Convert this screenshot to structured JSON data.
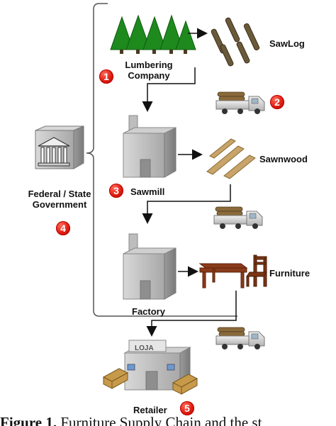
{
  "nodes": {
    "lumbering": {
      "label_line1": "Lumbering",
      "label_line2": "Company",
      "step": "1"
    },
    "sawlog": {
      "label": "SawLog"
    },
    "truck1": {
      "step": "2"
    },
    "sawmill": {
      "label": "Sawmill",
      "step": "3"
    },
    "sawnwood": {
      "label": "Sawnwood"
    },
    "government": {
      "label_line1": "Federal / State",
      "label_line2": "Government",
      "step": "4"
    },
    "factory": {
      "label": "Factory"
    },
    "furniture": {
      "label": "Furniture"
    },
    "retailer": {
      "label": "Retailer",
      "step": "5",
      "sign": "LOJA"
    }
  },
  "caption": {
    "prefix": "Figure 1.",
    "text": " Furniture Supply Chain and the st"
  },
  "colors": {
    "tree_green": "#1e8a1e",
    "log_brown": "#6b5a3a",
    "wood_tan": "#c8a46a",
    "building_gray": "#c0c0c0",
    "badge_red": "#e01b10",
    "table_brown": "#8b3a1a"
  }
}
